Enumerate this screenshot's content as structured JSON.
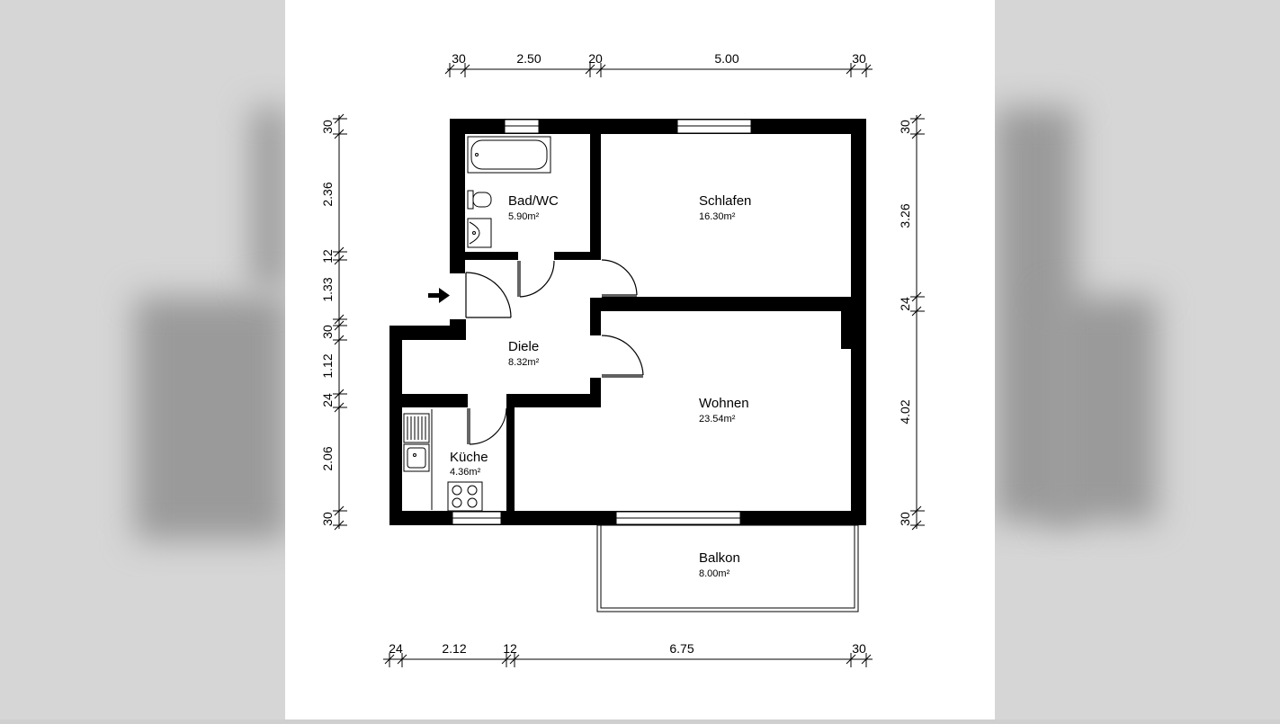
{
  "rooms": [
    {
      "name": "Bad/WC",
      "area": "5.90m²"
    },
    {
      "name": "Schlafen",
      "area": "16.30m²"
    },
    {
      "name": "Diele",
      "area": "8.32m²"
    },
    {
      "name": "Wohnen",
      "area": "23.54m²"
    },
    {
      "name": "Küche",
      "area": "4.36m²"
    },
    {
      "name": "Balkon",
      "area": "8.00m²"
    }
  ],
  "dims": {
    "top": [
      "30",
      "2.50",
      "20",
      "5.00",
      "30"
    ],
    "bottom": [
      "24",
      "2.12",
      "12",
      "6.75",
      "30"
    ],
    "left": [
      "30",
      "2.36",
      "12",
      "1.33",
      "30",
      "1.12",
      "24",
      "2.06",
      "30"
    ],
    "right": [
      "30",
      "3.26",
      "24",
      "4.02",
      "30"
    ]
  }
}
